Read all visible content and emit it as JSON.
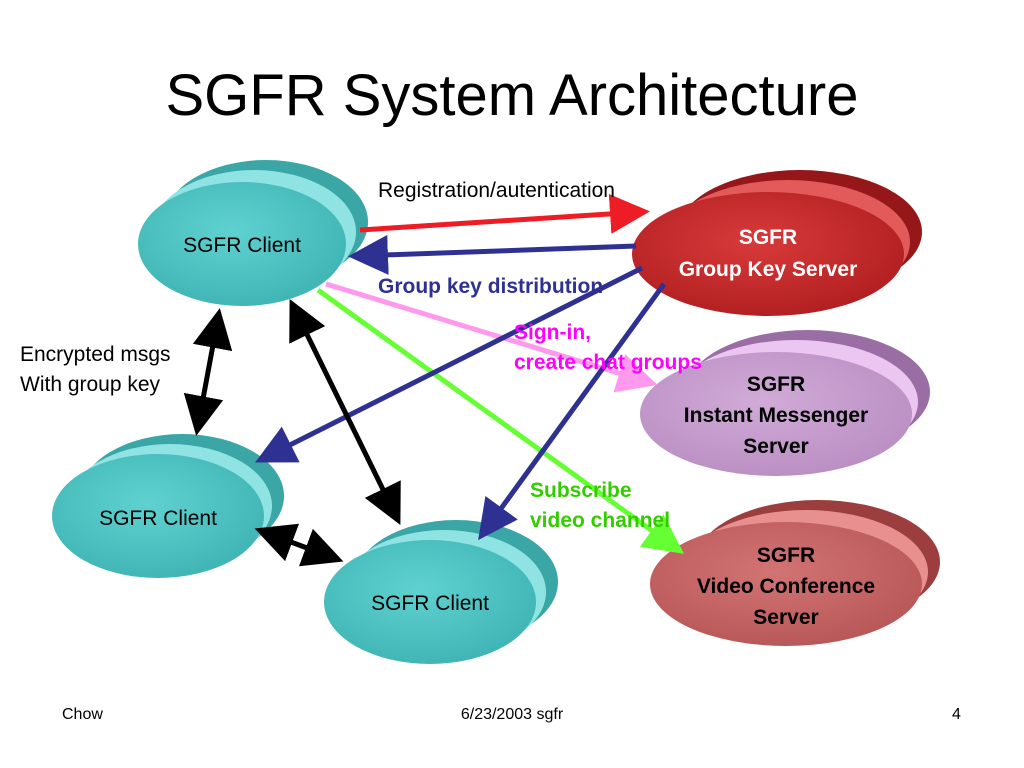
{
  "title": "SGFR System Architecture",
  "nodes": {
    "client_top": "SGFR Client",
    "client_left": "SGFR Client",
    "client_bottom": "SGFR Client",
    "key_server": [
      "SGFR",
      "Group Key Server"
    ],
    "im_server": [
      "SGFR",
      "Instant Messenger",
      "Server"
    ],
    "video_server": [
      "SGFR",
      "Video Conference",
      "Server"
    ]
  },
  "labels": {
    "registration": "Registration/autentication",
    "group_key": "Group key distribution",
    "sign_in": [
      "Sign-in,",
      "create chat groups"
    ],
    "encrypted": [
      "Encrypted msgs",
      "With group key"
    ],
    "subscribe": [
      "Subscribe",
      "video channel"
    ]
  },
  "footer": {
    "left": "Chow",
    "center": "6/23/2003 sgfr",
    "right": "4"
  },
  "colors": {
    "client": "#4cc3c3",
    "key_server": "#c8282a",
    "im_server": "#c79ccf",
    "video_server": "#c86464",
    "arrow_red": "#ee1c24",
    "arrow_navy": "#2e3192",
    "arrow_pink": "#ff99ee",
    "arrow_green": "#66ff33",
    "arrow_black": "#000000",
    "label_navy": "#2e3192",
    "label_magenta": "#ff00ff",
    "label_green": "#33cc00"
  }
}
